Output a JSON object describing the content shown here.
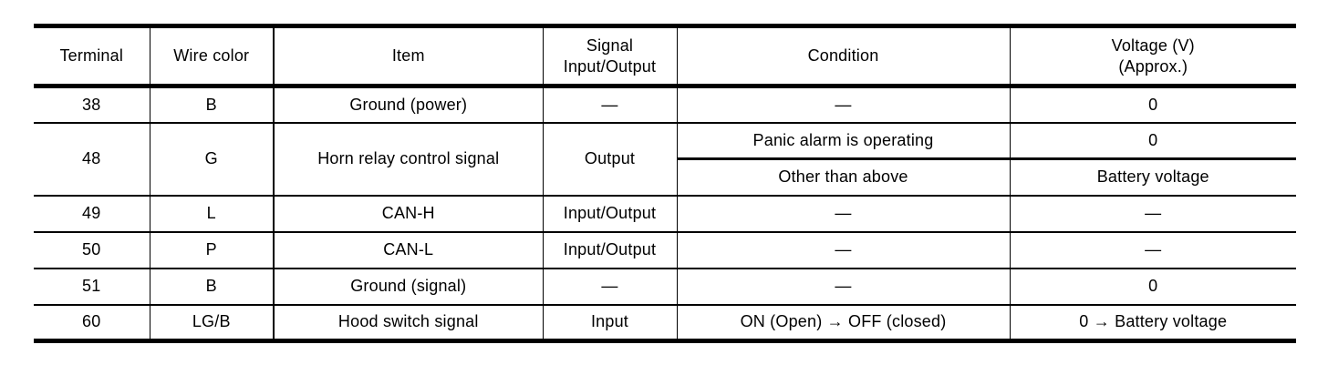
{
  "table": {
    "headers": {
      "terminal": "Terminal",
      "wire_color": "Wire color",
      "item": "Item",
      "signal_line1": "Signal",
      "signal_line2": "Input/Output",
      "condition": "Condition",
      "voltage_line1": "Voltage (V)",
      "voltage_line2": "(Approx.)"
    },
    "rows": [
      {
        "terminal": "38",
        "wire_color": "B",
        "item": "Ground (power)",
        "signal": "—",
        "condition": "—",
        "voltage": "0"
      },
      {
        "terminal": "48",
        "wire_color": "G",
        "item": "Horn relay control signal",
        "signal": "Output",
        "sub_rows": [
          {
            "condition": "Panic alarm is operating",
            "voltage": "0"
          },
          {
            "condition": "Other than above",
            "voltage": "Battery voltage"
          }
        ]
      },
      {
        "terminal": "49",
        "wire_color": "L",
        "item": "CAN-H",
        "signal": "Input/Output",
        "condition": "—",
        "voltage": "—"
      },
      {
        "terminal": "50",
        "wire_color": "P",
        "item": "CAN-L",
        "signal": "Input/Output",
        "condition": "—",
        "voltage": "—"
      },
      {
        "terminal": "51",
        "wire_color": "B",
        "item": "Ground (signal)",
        "signal": "—",
        "condition": "—",
        "voltage": "0"
      },
      {
        "terminal": "60",
        "wire_color": "LG/B",
        "item": "Hood switch signal",
        "signal": "Input",
        "condition": "ON (Open) → OFF (closed)",
        "voltage": "0 → Battery voltage"
      }
    ]
  }
}
